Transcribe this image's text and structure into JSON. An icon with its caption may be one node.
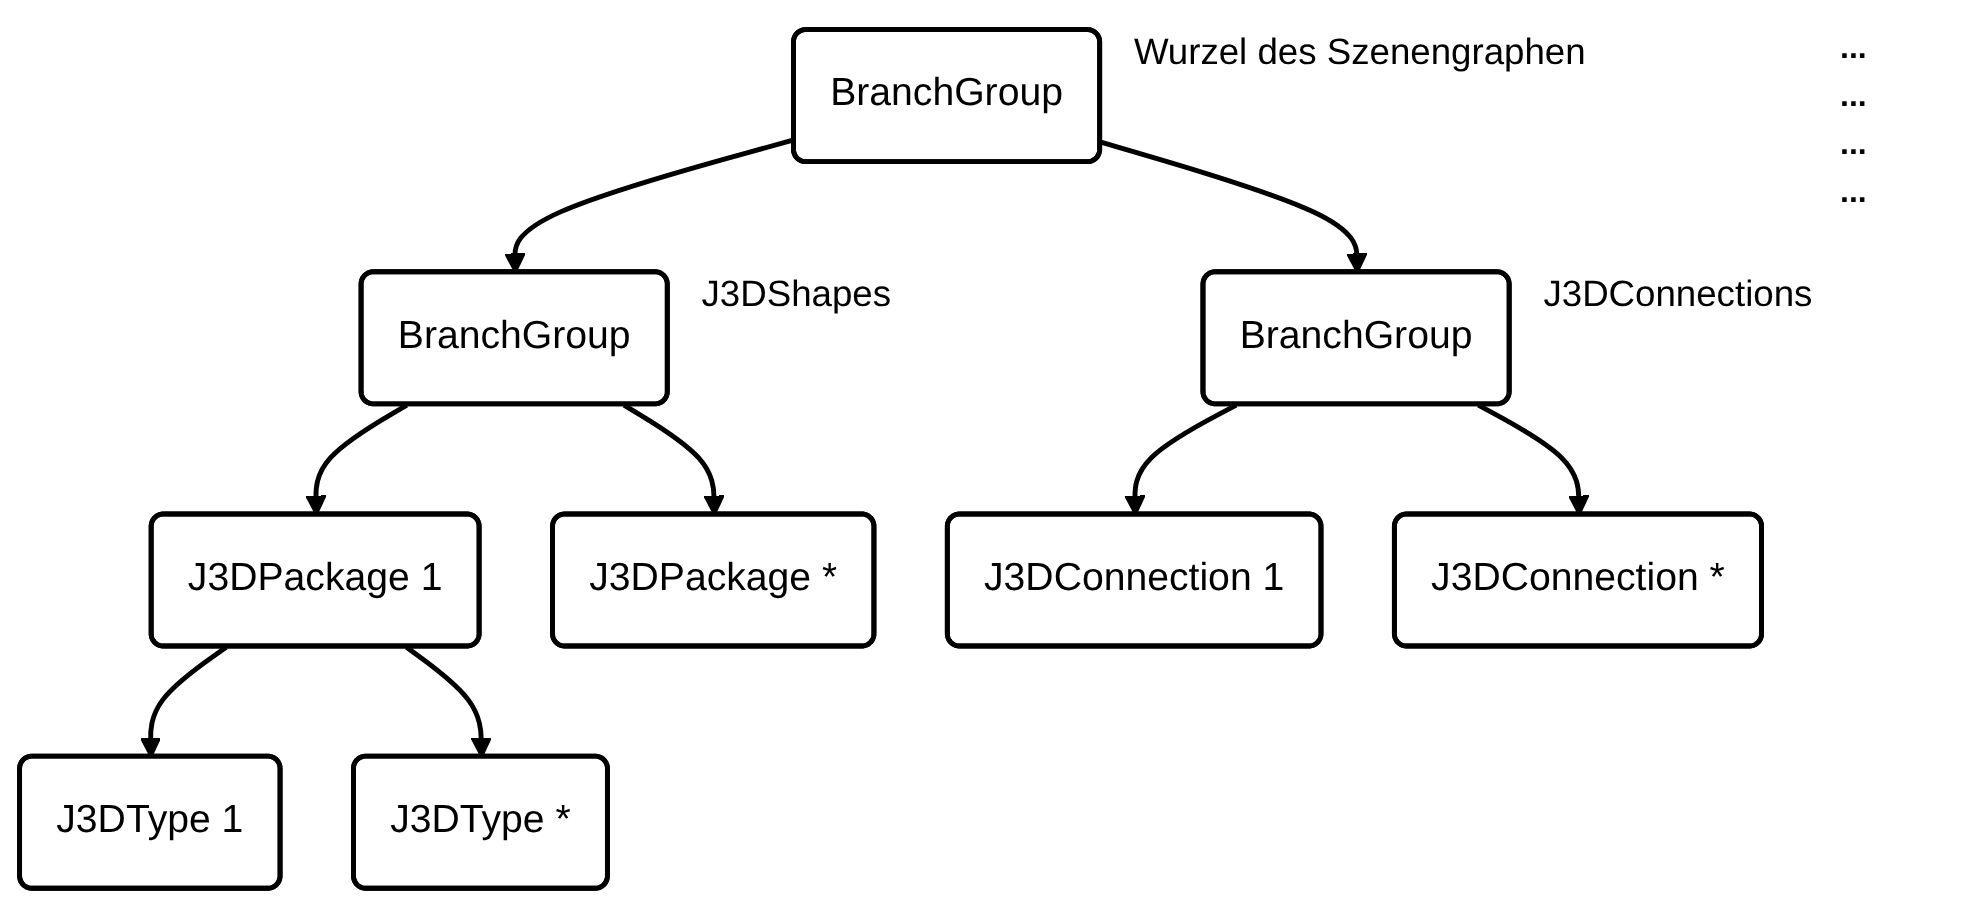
{
  "diagram": {
    "nodes": [
      {
        "text": [
          "BranchGroup"
        ],
        "beside": [
          "Wurzel des Szenengraphen"
        ]
      },
      {
        "text": [
          "BranchGroup"
        ],
        "beside": [
          "J3DShapes"
        ]
      },
      {
        "text": [
          "BranchGroup"
        ],
        "beside": [
          "J3DConnections"
        ]
      },
      {
        "text": [
          "J3DPackage 1"
        ]
      },
      {
        "text": [
          "J3DPackage *"
        ]
      },
      {
        "text": [
          "J3DType 1"
        ]
      },
      {
        "text": [
          "J3DType *"
        ]
      },
      {
        "text": [
          "J3DConnection 1"
        ]
      },
      {
        "text": [
          "J3DConnection *"
        ]
      }
    ],
    "edges": [
      {
        "from": 0,
        "to": 1,
        "arrow": "to"
      },
      {
        "from": 0,
        "to": 2,
        "arrow": "to"
      },
      {
        "from": 1,
        "to": 3,
        "arrow": "to"
      },
      {
        "from": 1,
        "to": 4,
        "arrow": "to"
      },
      {
        "from": 3,
        "to": 5,
        "arrow": "to"
      },
      {
        "from": 3,
        "to": 6,
        "arrow": "to"
      },
      {
        "from": 2,
        "to": 7,
        "arrow": "to"
      },
      {
        "from": 2,
        "to": 8,
        "arrow": "to"
      }
    ],
    "labels": [
      "...",
      "...",
      "...",
      "..."
    ]
  }
}
